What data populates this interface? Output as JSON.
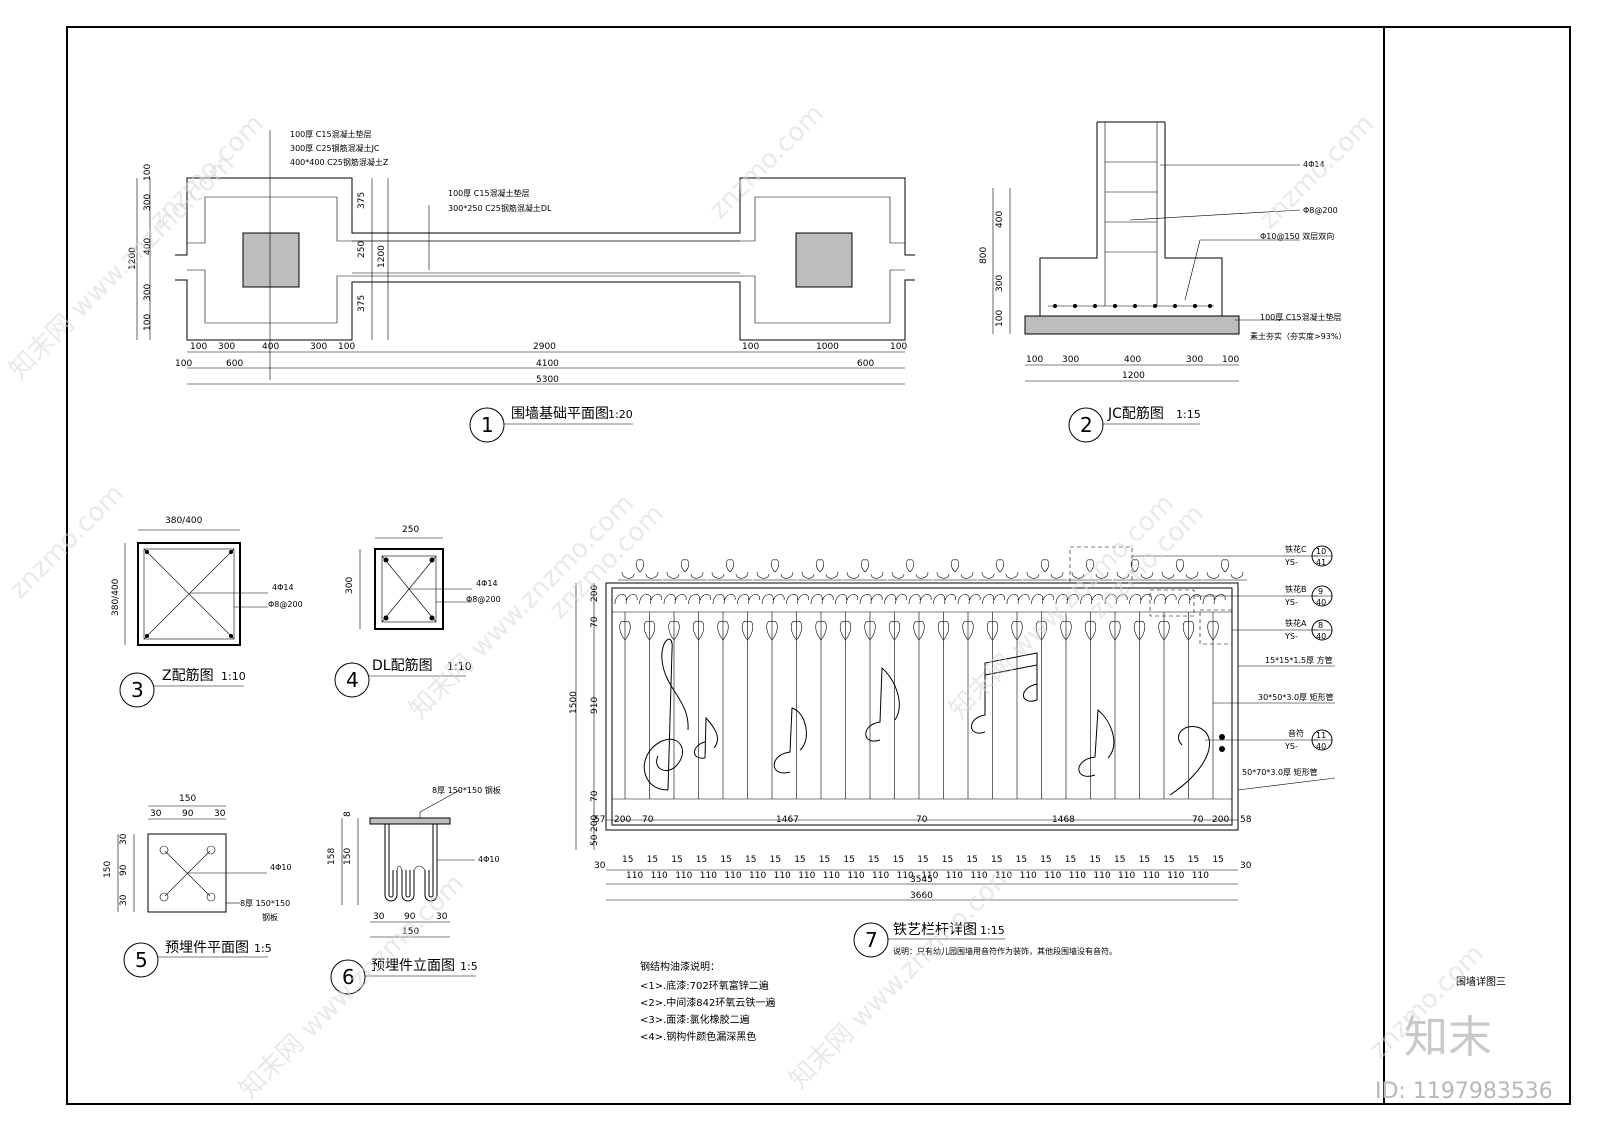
{
  "sheet_title": "围墙详图三",
  "watermark": {
    "site": "znzmo.com",
    "brand": "知末网 www.znzmo.com",
    "logo": "知末",
    "id": "ID: 1197983536"
  },
  "views": {
    "v1": {
      "num": "1",
      "title": "围墙基础平面图",
      "scale": "1:20",
      "notes": [
        "100厚 C15混凝土垫层",
        "300厚 C25钢筋混凝土JC",
        "400*400 C25钢筋混凝土Z"
      ],
      "notes2": [
        "100厚 C15混凝土垫层",
        "300*250 C25钢筋混凝土DL"
      ],
      "dims_left": [
        "100",
        "300",
        "400",
        "300",
        "100",
        "1200"
      ],
      "dims_mid": [
        "375",
        "250",
        "375",
        "1200"
      ],
      "dims_b1": [
        "100",
        "300",
        "400",
        "300",
        "100",
        "2900",
        "100",
        "1000",
        "100"
      ],
      "dims_b2": [
        "100",
        "600",
        "4100",
        "600"
      ],
      "dims_b3": "5300"
    },
    "v2": {
      "num": "2",
      "title": "JC配筋图",
      "scale": "1:15",
      "notes": [
        "4Φ14",
        "Φ8@200",
        "Φ10@150 双层双向",
        "100厚 C15混凝土垫层",
        "素土夯实（夯实度>93%）"
      ],
      "dims_left": [
        "400",
        "800",
        "300",
        "100"
      ],
      "dims_b1": [
        "100",
        "300",
        "400",
        "300",
        "100"
      ],
      "dims_b2": "1200"
    },
    "v3": {
      "num": "3",
      "title": "Z配筋图",
      "scale": "1:10",
      "dim_top": "380/400",
      "dim_left": "380/400",
      "notes": [
        "4Φ14",
        "Φ8@200"
      ]
    },
    "v4": {
      "num": "4",
      "title": "DL配筋图",
      "scale": "1:10",
      "dim_top": "250",
      "dim_left": "300",
      "notes": [
        "4Φ14",
        "Φ8@200"
      ]
    },
    "v5": {
      "num": "5",
      "title": "预埋件平面图",
      "scale": "1:5",
      "dim_top": "150",
      "dims_top2": [
        "30",
        "90",
        "30"
      ],
      "dims_left": [
        "30",
        "90",
        "30"
      ],
      "dim_left2": "150",
      "notes": [
        "4Φ10",
        "8厚 150*150",
        "钢板"
      ]
    },
    "v6": {
      "num": "6",
      "title": "预埋件立面图",
      "scale": "1:5",
      "note_top": "8厚 150*150  钢板",
      "note_bar": "4Φ10",
      "dims_left": [
        "8",
        "150",
        "158"
      ],
      "dims_bot": [
        "30",
        "90",
        "30"
      ],
      "dim_bot2": "150"
    },
    "v7": {
      "num": "7",
      "title": "铁艺栏杆详图",
      "scale": "1:15",
      "remark": "说明：只有幼儿园围墙用音符作为装饰，其他段围墙没有音符。",
      "callouts": [
        {
          "name": "铁花C",
          "top": "10",
          "bottom": "41",
          "prefix": "YS-"
        },
        {
          "name": "铁花B",
          "top": "9",
          "bottom": "40",
          "prefix": "YS-"
        },
        {
          "name": "铁花A",
          "top": "8",
          "bottom": "40",
          "prefix": "YS-"
        },
        {
          "name": "音符",
          "top": "11",
          "bottom": "40",
          "prefix": "YS-"
        }
      ],
      "tube_notes": [
        "15*15*1.5厚 方管",
        "30*50*3.0厚 矩形管",
        "50*70*3.0厚 矩形管"
      ],
      "dims_left": [
        "200",
        "70",
        "910",
        "70",
        "200",
        "50",
        "1500"
      ],
      "dims_inner": [
        "57",
        "200",
        "70",
        "1467",
        "70",
        "1468",
        "70",
        "200",
        "58"
      ],
      "dim_15": "15",
      "dim_110": "110",
      "dim_30": "30",
      "dim_total1": "3545",
      "dim_total2": "3660"
    }
  },
  "paint_notes": {
    "title": "钢结构油漆说明：",
    "items": [
      "<1>.底漆:702环氧富锌二遍",
      "<2>.中间漆842环氧云铁一遍",
      "<3>.面漆:氯化橡胶二遍",
      "<4>.钢构件颜色漏深黑色"
    ]
  }
}
